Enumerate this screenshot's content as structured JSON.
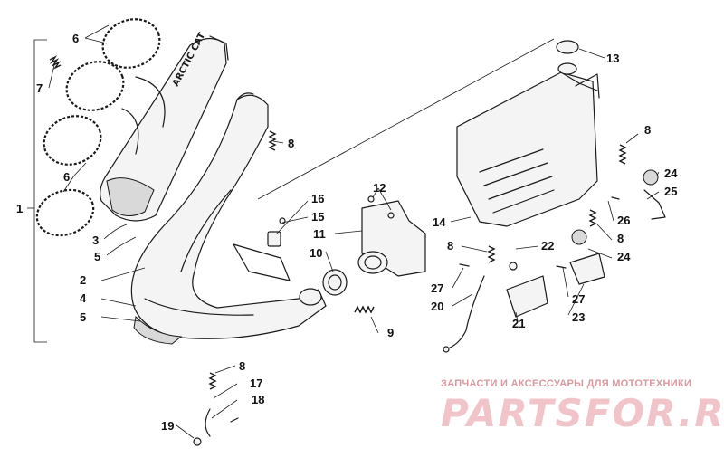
{
  "diagram": {
    "callouts": {
      "c1": "1",
      "c2": "2",
      "c3": "3",
      "c4": "4",
      "c5a": "5",
      "c5b": "5",
      "c6a": "6",
      "c6b": "6",
      "c7": "7",
      "c8a": "8",
      "c8b": "8",
      "c8c": "8",
      "c8d": "8",
      "c8e": "8",
      "c9": "9",
      "c10": "10",
      "c11": "11",
      "c12": "12",
      "c13": "13",
      "c14": "14",
      "c15": "15",
      "c16": "16",
      "c17": "17",
      "c18": "18",
      "c19": "19",
      "c20": "20",
      "c21": "21",
      "c22": "22",
      "c23": "23",
      "c24a": "24",
      "c24b": "24",
      "c25": "25",
      "c26": "26",
      "c27a": "27",
      "c27b": "27"
    },
    "muffler_logo": "ARCTIC CAT"
  },
  "watermark": {
    "caption": "ЗАПЧАСТИ И АКСЕССУАРЫ ДЛЯ МОТОТЕХНИКИ",
    "logo": "PARTSFOR.RU"
  }
}
